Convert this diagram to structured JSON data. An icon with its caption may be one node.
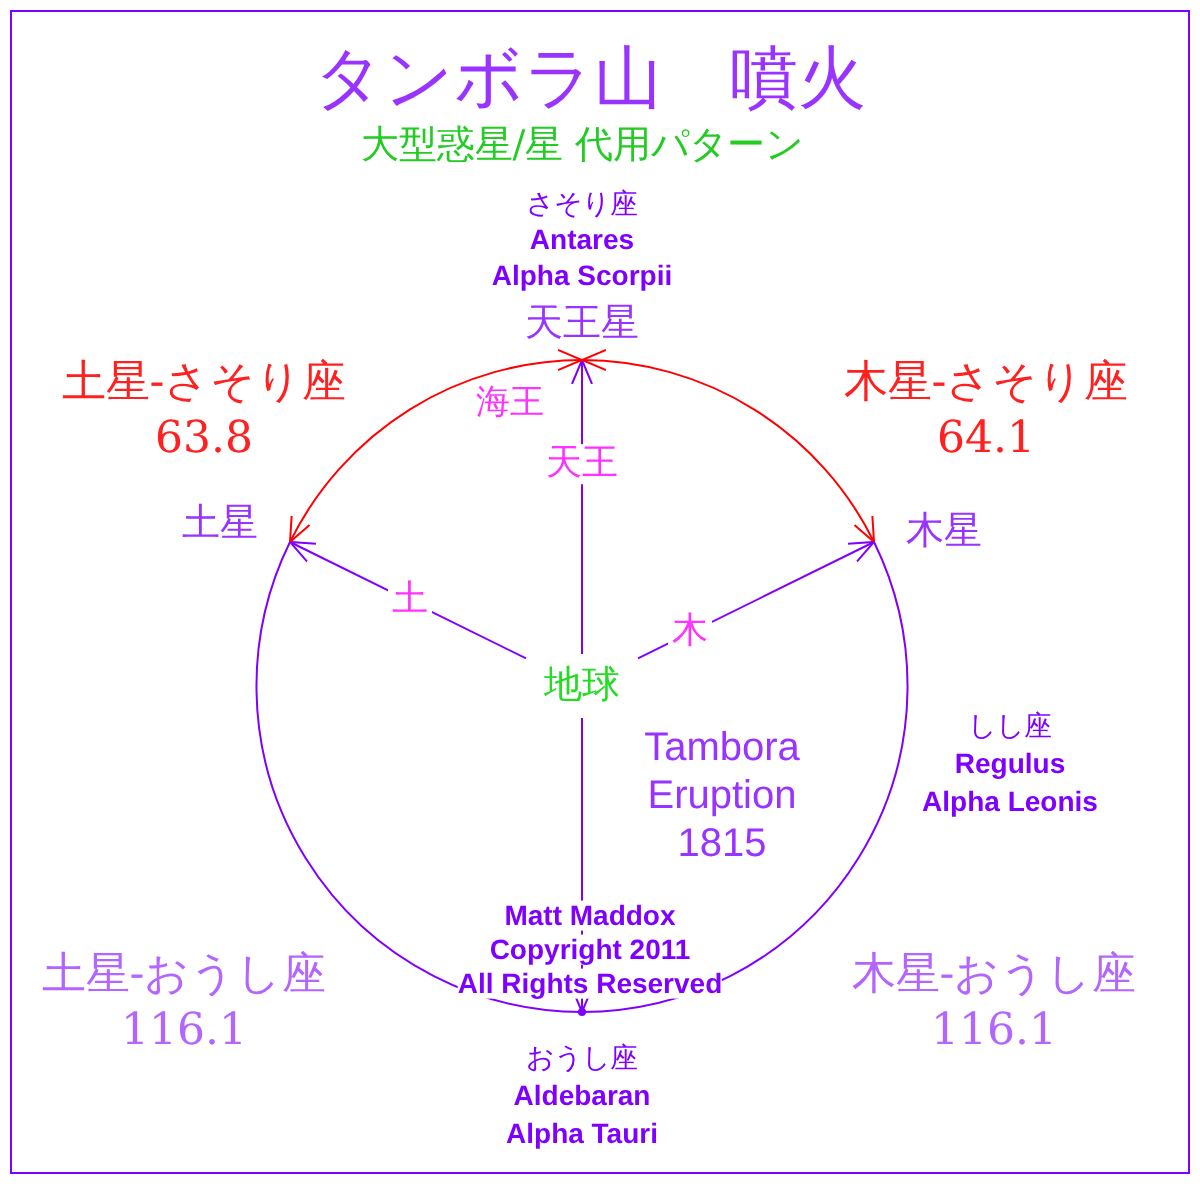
{
  "diagram": {
    "title": "タンボラ山　噴火",
    "nodes": [
      {
        "text": [
          "地球"
        ]
      },
      {
        "text": [
          "天王星"
        ]
      },
      {
        "text": [
          "土星"
        ]
      },
      {
        "text": [
          "木星"
        ]
      },
      {
        "text": [],
        "shape": "point"
      }
    ],
    "edges": [
      {
        "from": 0,
        "to": 1,
        "arrow": "to",
        "label": "天王"
      },
      {
        "from": 0,
        "to": 2,
        "arrow": "to",
        "label": "土"
      },
      {
        "from": 0,
        "to": 3,
        "arrow": "to",
        "label": "木"
      },
      {
        "from": 0,
        "to": 4,
        "arrow": "to"
      },
      {
        "from": 1,
        "to": 2,
        "arrow": "both",
        "color": "#ff0000"
      },
      {
        "from": 1,
        "to": 3,
        "arrow": "both",
        "color": "#ff0000"
      },
      {
        "from": 2,
        "to": 4,
        "arrow": "none"
      },
      {
        "from": 3,
        "to": 4,
        "arrow": "none"
      }
    ],
    "labels": [
      "大型惑星/星 代用パターン",
      "さそり座",
      "Antares",
      "Alpha Scorpii",
      "海王",
      "土星-さそり座",
      "63.8",
      "木星-さそり座",
      "64.1",
      "しし座",
      "Regulus",
      "Alpha Leonis",
      "Tambora Eruption 1815",
      "Matt Maddox",
      "Copyright 2011",
      "All Rights Reserved",
      "土星-おうし座",
      "116.1",
      "木星-おうし座",
      "116.1",
      "おうし座",
      "Aldebaran",
      "Alpha Tauri"
    ]
  }
}
